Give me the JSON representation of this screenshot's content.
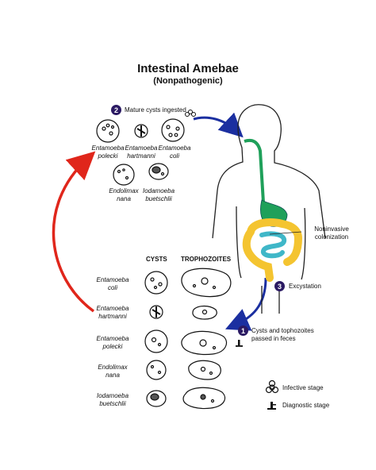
{
  "title": "Intestinal Amebae",
  "subtitle": "(Nonpathogenic)",
  "steps": {
    "s2": {
      "num": "2",
      "text": "Mature cysts ingested"
    },
    "s3": {
      "num": "3",
      "text": "Excystation"
    },
    "s1": {
      "num": "1",
      "text_line1": "Cysts and tophozoites",
      "text_line2": "passed in feces"
    }
  },
  "top_cysts": [
    {
      "line1": "Entamoeba",
      "line2": "polecki"
    },
    {
      "line1": "Entamoeba",
      "line2": "hartmanni"
    },
    {
      "line1": "Entamoeba",
      "line2": "coli"
    },
    {
      "line1": "Endolimax",
      "line2": "nana"
    },
    {
      "line1": "Iodamoeba",
      "line2": "buetschlii"
    }
  ],
  "body_label": {
    "line1": "Noninvasive",
    "line2": "colonization"
  },
  "table": {
    "headers": [
      "CYSTS",
      "TROPHOZOITES"
    ],
    "rows": [
      {
        "line1": "Entamoeba",
        "line2": "coli"
      },
      {
        "line1": "Entamoeba",
        "line2": "hartmanni"
      },
      {
        "line1": "Entamoeba",
        "line2": "polecki"
      },
      {
        "line1": "Endolimax",
        "line2": "nana"
      },
      {
        "line1": "Iodamoeba",
        "line2": "buetschlii"
      }
    ]
  },
  "legend": {
    "infective": "Infective stage",
    "diagnostic": "Diagnostic stage"
  },
  "colors": {
    "arrow_red": "#e0261b",
    "arrow_blue": "#1b2fa0",
    "badge": "#2b1a63",
    "gut_green": "#1fa05a",
    "colon_yellow": "#f4c430",
    "small_intestine": "#3fb7c8"
  },
  "icons": {
    "infective": "biohazard-icon",
    "diagnostic": "microscope-icon"
  }
}
